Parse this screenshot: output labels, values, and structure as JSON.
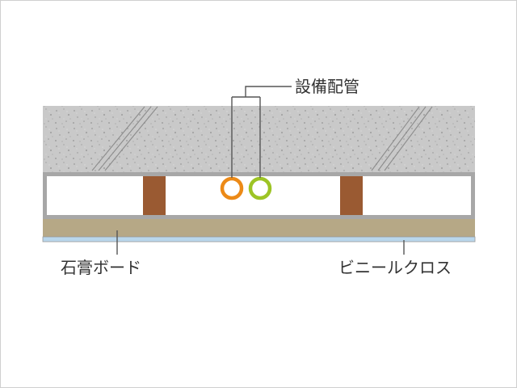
{
  "labels": {
    "piping": "設備配管",
    "gypsum_board": "石膏ボード",
    "vinyl_cloth": "ビニールクロス"
  },
  "colors": {
    "concrete": "#c9c9c9",
    "concrete_speckle": "#9a9a9a",
    "frame": "#a7a7a7",
    "joist": "#9a5a32",
    "gypsum_board": "#b6a886",
    "vinyl_cloth": "#b9d7ec",
    "pipe_orange": "#ec8a17",
    "pipe_green": "#9dc425",
    "leader_line": "#555555",
    "label_text": "#333333"
  },
  "icons": {
    "pipe_1": "pipe-cross-section-icon",
    "pipe_2": "pipe-cross-section-icon"
  }
}
